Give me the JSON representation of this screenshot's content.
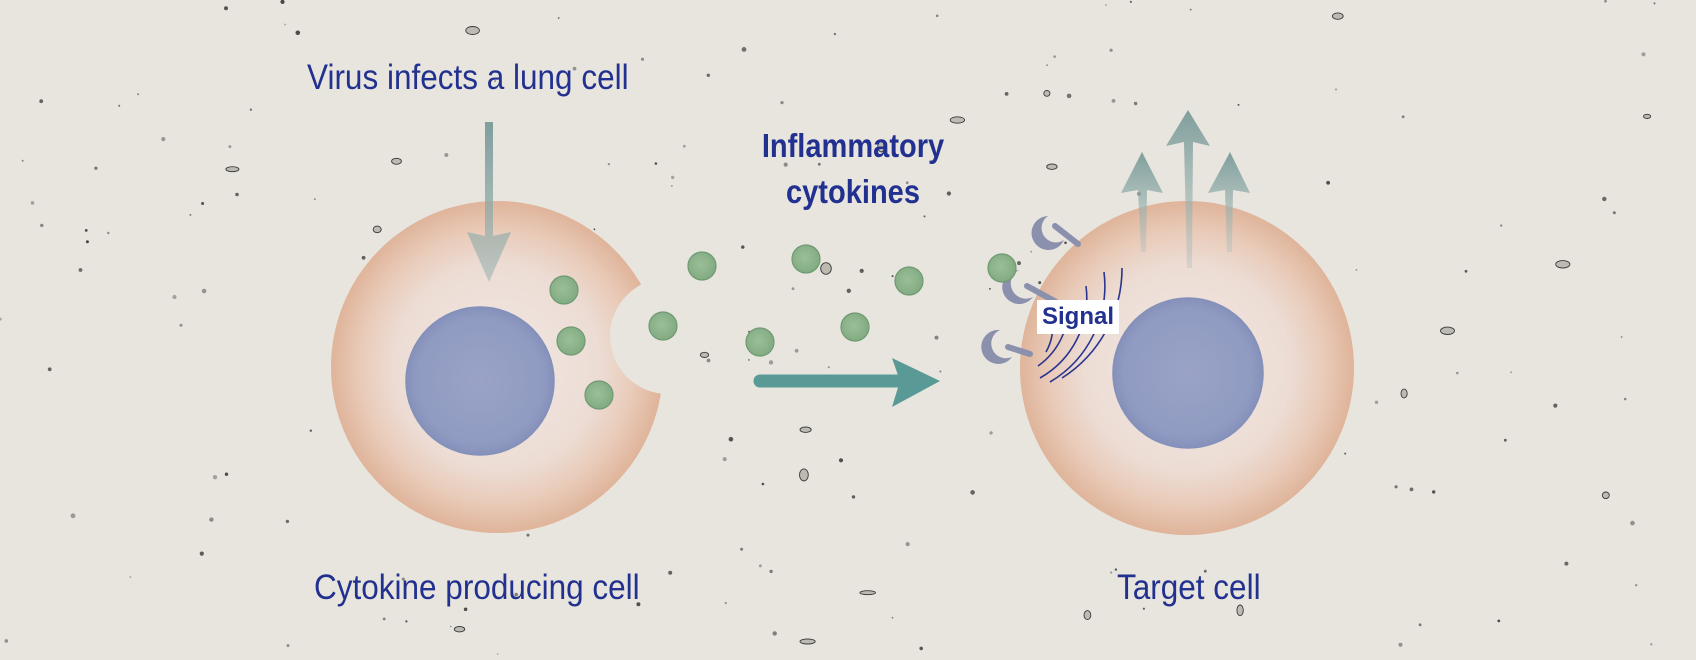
{
  "labels": {
    "virus": "Virus infects a lung cell",
    "cytokines": "Inflammatory\ncytokines",
    "producer": "Cytokine producing cell",
    "target": "Target cell",
    "signal": "Signal"
  },
  "colors": {
    "background": "#e7e5de",
    "text": "#22318f",
    "cell_rim": "#e2b9a0",
    "cell_inner": "#f0e4df",
    "nucleus": "#8f9ac1",
    "cytokine": "#8fb48d",
    "cytokine_edge": "#6f9a71",
    "arrow": "#5a9a96",
    "gray_arrow": "#7f9e9c",
    "receptor": "#8b90ad"
  },
  "icons": [
    "down-arrow-icon",
    "right-arrow-icon",
    "up-arrow-icon",
    "receptor-icon",
    "signal-wave-icon"
  ]
}
